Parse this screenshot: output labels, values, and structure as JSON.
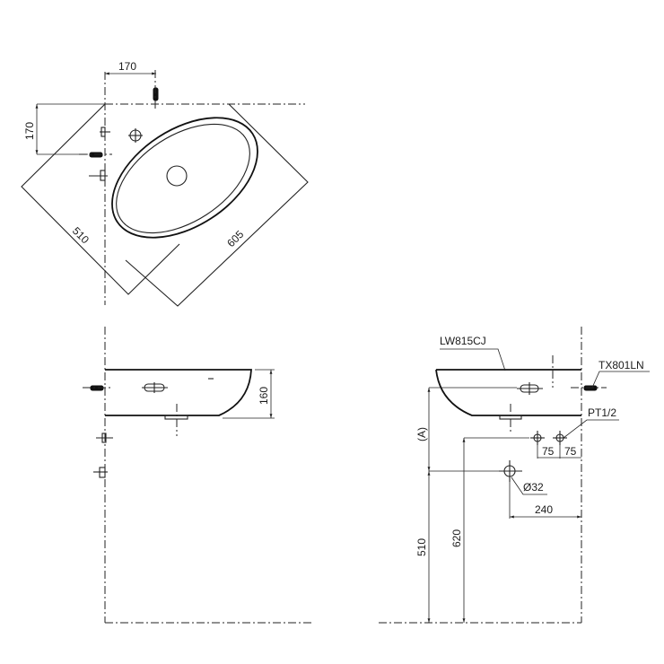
{
  "drawing": {
    "title": "Wall-hung basin installation dimensions",
    "views": {
      "top": {
        "dims": {
          "tap_offset_horizontal": "170",
          "tap_offset_vertical": "170",
          "depth_diagonal": "510",
          "width_diagonal": "605"
        }
      },
      "side": {
        "dims": {
          "basin_height": "160"
        }
      },
      "front": {
        "labels": {
          "basin_model": "LW815CJ",
          "faucet_model": "TX801LN",
          "supply_thread": "PT1/2",
          "drain_diameter": "Ø32"
        },
        "dims": {
          "mount_height": "(A)",
          "drain_height": "510",
          "supply_height": "620",
          "supply_spacing_left": "75",
          "supply_spacing_right": "75",
          "drain_offset": "240"
        }
      }
    },
    "colors": {
      "line": "#222222",
      "background": "#ffffff"
    }
  }
}
